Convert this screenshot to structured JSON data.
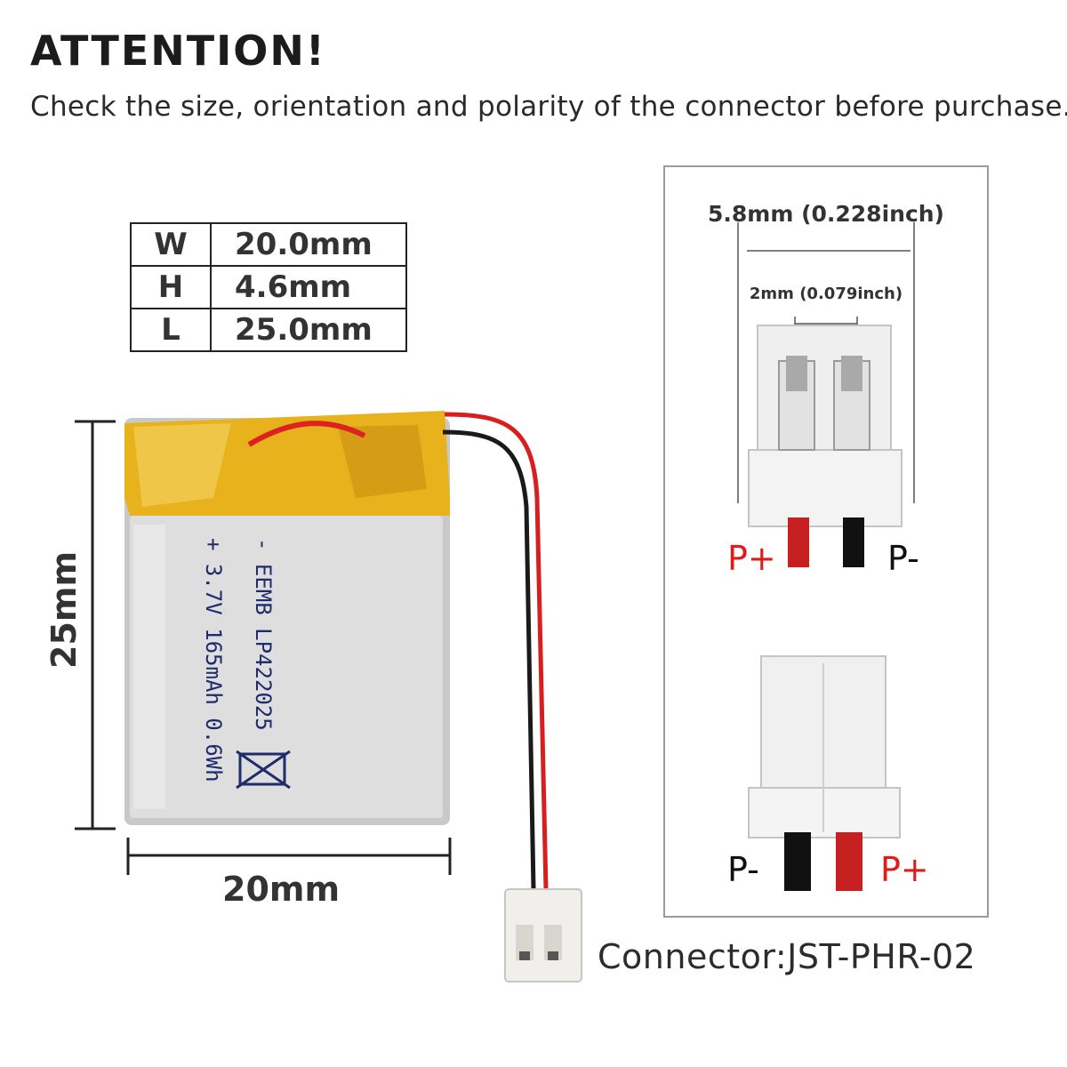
{
  "header": {
    "title": "ATTENTION!",
    "subtitle": "Check the size, orientation and polarity of the connector before purchase."
  },
  "specs": [
    {
      "key": "W",
      "value": "20.0mm"
    },
    {
      "key": "H",
      "value": "4.6mm"
    },
    {
      "key": "L",
      "value": "25.0mm"
    }
  ],
  "battery": {
    "height_label": "25mm",
    "width_label": "20mm",
    "print_line1": "- EEMB LP422025",
    "print_line2": "+ 3.7V 165mAh 0.6Wh"
  },
  "connector": {
    "label": "Connector:JST-PHR-02",
    "width_label": "5.8mm (0.228inch)",
    "pitch_label": "2mm (0.079inch)",
    "top_view": {
      "left": "P+",
      "right": "P-"
    },
    "bottom_view": {
      "left": "P-",
      "right": "P+"
    }
  },
  "colors": {
    "positive": "#e01b1b",
    "negative": "#111111",
    "tape": "#e8b21c",
    "cell": "#d7d7d7"
  }
}
